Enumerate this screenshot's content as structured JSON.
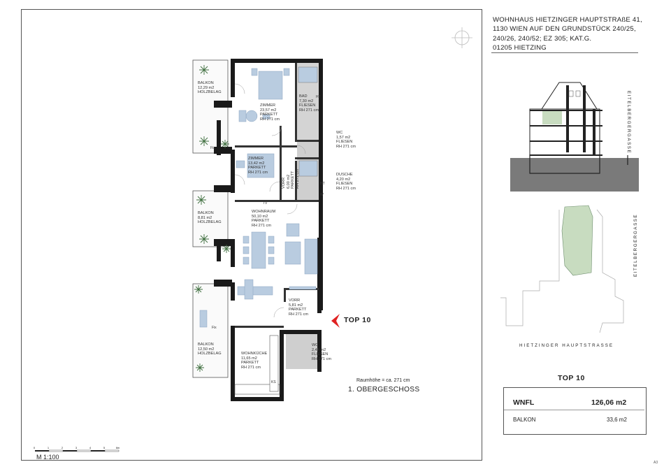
{
  "address": {
    "lines": [
      "WOHNHAUS HIETZINGER HAUPTSTRAßE 41,",
      "1130 WIEN AUF DEN GRUNDSTÜCK 240/25,",
      "240/26, 240/52; EZ 305; KAT.G.",
      "01205 HIETZING"
    ]
  },
  "rooms": {
    "balkon1": "BALKON\n12,29 m2\nHOLZBELAG",
    "zimmer1": "ZIMMER\n23,57 m2\nPARKETT\nRH 271 cm",
    "bad": "BAD\n7,30 m2\nFLIESEN\nRH 271 cm",
    "wc1": "WC\n1,57 m2\nFLIESEN\nRH 271 cm",
    "zimmer2": "ZIMMER\n13,42 m2\nPARKETT\nRH 271 cm",
    "vorr1": "VORR\n6,00 m2\nPARKETT\nRH 271 cm",
    "dusche": "DUSCHE\n4,20 m2\nFLIESEN\nRH 271 cm",
    "balkon2": "BALKON\n8,81 m2\nHOLZBELAG",
    "wohnraum": "WOHNRAUM\n50,10 m2\nPARKETT\nRH 271 cm",
    "vorr2": "VORR\n5,81 m2\nPARKETT\nRH 271 cm",
    "balkon3": "BALKON\n12,50 m2\nHOLZBELAG",
    "wohnkueche": "WOHNKÜCHE\n11,65 m2\nPARKETT\nRH 271 cm",
    "wc2": "WC\n2,44 m2\nFLIESEN\nRH 271 cm"
  },
  "fixtures": {
    "ht1": "HT",
    "ht2": "HT",
    "w": "W",
    "tv": "TV",
    "ks": "KS",
    "fix1": "Fix",
    "fix2": "Fix"
  },
  "plan": {
    "unit_marker": "TOP   10",
    "room_height_note": "Raumhöhe = ca. 271 cm",
    "floor_name": "1. OBERGESCHOSS",
    "scale": "M 1:100",
    "scale_ticks": [
      "0",
      "1",
      "2",
      "3",
      "4",
      "5",
      "6m"
    ]
  },
  "site": {
    "street_bottom": "HIETZINGER HAUPTSTRASSE",
    "street_side_section": "EITELBERGERGASSE",
    "street_side_plan": "EITELBERGERGASSE"
  },
  "summary": {
    "title": "TOP   10",
    "wnfl_label": "WNFL",
    "wnfl_value": "126,06 m2",
    "balkon_label": "BALKON",
    "balkon_value": "33,6 m2"
  },
  "sheet_format": "A3",
  "colors": {
    "wall": "#1a1a1a",
    "furniture": "#b9cce0",
    "wet_room": "#cfcfcf",
    "highlight_green": "#c8dcc0",
    "ground_gray": "#7a7a7a"
  }
}
